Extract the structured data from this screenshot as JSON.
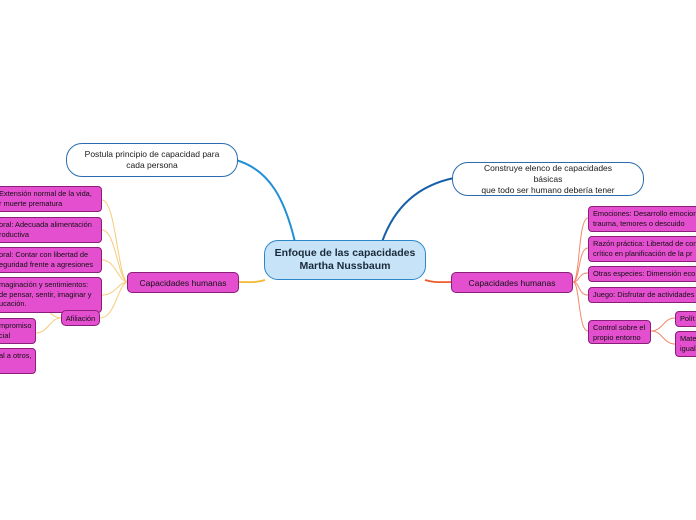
{
  "central": {
    "line1": "Enfoque de las capacidades",
    "line2": "Martha Nussbaum"
  },
  "top_left": {
    "line1": "Postula principio de capacidad para",
    "line2": "cada persona"
  },
  "top_right": {
    "line1": "Construye elenco de capacidades básicas",
    "line2": "que todo ser humano debería tener"
  },
  "left_branch": {
    "label": "Capacidades humanas",
    "leaves": [
      {
        "l1": "Extensión normal de la vida,",
        "l2": "r muerte prematura"
      },
      {
        "l1": "oral: Adecuada alimentación",
        "l2": "roductiva"
      },
      {
        "l1": "oral: Contar con libertad de",
        "l2": "eguridad frente a agresiones"
      },
      {
        "l1": "maginación y sentimientos:",
        "l2": "de pensar, sentir, imaginar y",
        "l3": "ucación."
      }
    ],
    "afiliacion": {
      "label": "Afiliación",
      "children": [
        {
          "l1": "mpromiso",
          "l2": "cial"
        },
        {
          "l1": "al a otros,",
          "l2": ""
        }
      ]
    }
  },
  "right_branch": {
    "label": "Capacidades humanas",
    "leaves": [
      {
        "l1": "Emociones: Desarrollo emocion",
        "l2": "trauma, temores o descuido"
      },
      {
        "l1": "Razón práctica: Libertad de con",
        "l2": "crítico en planificación de la pr"
      },
      {
        "l1": "Otras especies: Dimensión eco",
        "l2": ""
      },
      {
        "l1": "Juego: Disfrutar de actividades",
        "l2": ""
      }
    ],
    "control": {
      "l1": "Control sobre el",
      "l2": "propio entorno",
      "children": [
        {
          "l1": "Polít",
          "l2": ""
        },
        {
          "l1": "Mate",
          "l2": "igual"
        }
      ]
    }
  },
  "colors": {
    "central_fill": "#c7e3f7",
    "central_border": "#2b87c9",
    "branch_fill": "#e44fcf",
    "top_connector": "#1f8fd6",
    "top_right_connector": "#1660a8",
    "left_connector": "#f5b82e",
    "right_connector": "#f05a28"
  }
}
